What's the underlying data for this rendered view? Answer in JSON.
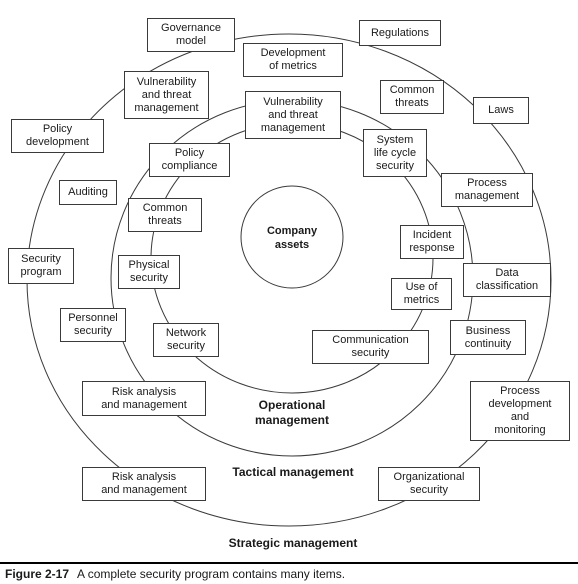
{
  "diagram": {
    "center": "Company\nassets",
    "rings": {
      "operational": "Operational\nmanagement",
      "tactical": "Tactical management",
      "strategic": "Strategic management"
    },
    "boxes": {
      "governance_model": "Governance\nmodel",
      "regulations": "Regulations",
      "development_of_metrics": "Development\nof metrics",
      "vulnerability_outer": "Vulnerability\nand threat\nmanagement",
      "common_threats_outer": "Common\nthreats",
      "laws": "Laws",
      "policy_development": "Policy\ndevelopment",
      "vulnerability_inner": "Vulnerability\nand threat\nmanagement",
      "system_life_cycle": "System\nlife cycle\nsecurity",
      "policy_compliance": "Policy\ncompliance",
      "process_management": "Process\nmanagement",
      "auditing": "Auditing",
      "common_threats_inner": "Common\nthreats",
      "incident_response": "Incident\nresponse",
      "security_program": "Security\nprogram",
      "physical_security": "Physical\nsecurity",
      "data_classification": "Data\nclassification",
      "use_of_metrics": "Use of\nmetrics",
      "personnel_security": "Personnel\nsecurity",
      "business_continuity": "Business\ncontinuity",
      "network_security": "Network\nsecurity",
      "communication_security": "Communication\nsecurity",
      "risk_analysis_tactical": "Risk analysis\nand management",
      "process_development": "Process\ndevelopment\nand\nmonitoring",
      "risk_analysis_strategic": "Risk analysis\nand management",
      "organizational_security": "Organizational\nsecurity"
    }
  },
  "caption": {
    "number": "Figure 2-17",
    "text": "A complete security program contains many items."
  }
}
